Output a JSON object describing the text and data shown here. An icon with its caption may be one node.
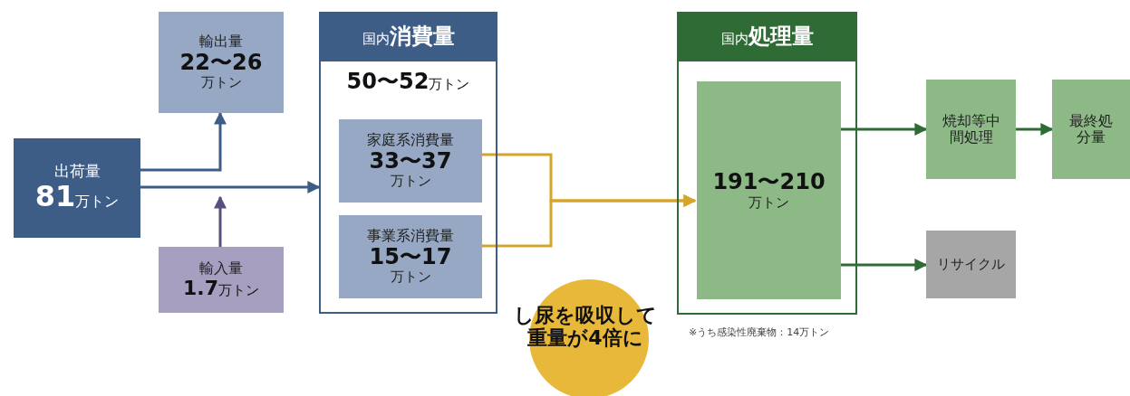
{
  "diagram": {
    "nodes": [
      {
        "text": [
          "出荷量",
          "**81**万トン"
        ]
      },
      {
        "text": [
          "輸出量",
          "22〜26",
          "万トン"
        ]
      },
      {
        "text": [
          "輸入量",
          "**1.7**万トン"
        ]
      },
      {
        "text": [
          "国内**消費量**",
          "**50〜52**万トン"
        ]
      },
      {
        "text": [
          "家庭系消費量",
          "33〜37",
          "万トン"
        ],
        "in": 3
      },
      {
        "text": [
          "事業系消費量",
          "15〜17",
          "万トン"
        ],
        "in": 3
      },
      {
        "text": [
          "国内**処理量**"
        ],
        "beside": [
          "※うち感染性廃棄物：14万トン"
        ]
      },
      {
        "text": [
          "191〜210",
          "万トン"
        ],
        "in": 6
      },
      {
        "text": [
          "焼却等中間処理"
        ]
      },
      {
        "text": [
          "最終処分量"
        ]
      },
      {
        "text": [
          "リサイクル"
        ]
      },
      {
        "text": [
          "し尿を吸収して重量が4倍に"
        ]
      }
    ],
    "edges": [
      {
        "from": 0,
        "to": 1,
        "arrow": "to",
        "color": "#3d5d87"
      },
      {
        "from": 0,
        "to": 3,
        "arrow": "to",
        "color": "#3d5d87"
      },
      {
        "from": 2,
        "to": null,
        "arrow": "to",
        "color": "#55507e"
      },
      {
        "from": 4,
        "to": 7,
        "arrow": "to",
        "color": "#d4a52a"
      },
      {
        "from": 5,
        "to": 7,
        "arrow": "to",
        "color": "#d4a52a"
      },
      {
        "from": 7,
        "to": 8,
        "arrow": "to",
        "color": "#2e6b35"
      },
      {
        "from": 8,
        "to": 9,
        "arrow": "to",
        "color": "#2e6b35"
      },
      {
        "from": 7,
        "to": 10,
        "arrow": "to",
        "color": "#2e6b35"
      }
    ]
  }
}
